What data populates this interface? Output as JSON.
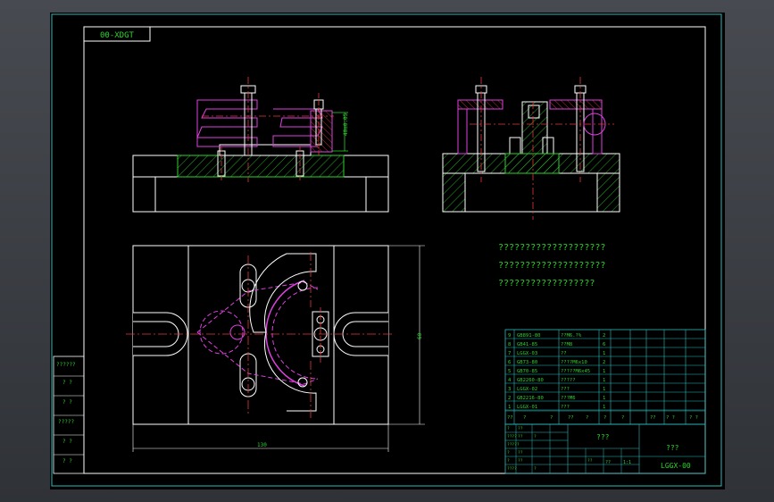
{
  "drawing": {
    "title_stamp": "00-XDGT",
    "dimensions": {
      "front_height": "40±0.05",
      "plan_height": "60",
      "plan_width": "130"
    },
    "tech_notes": [
      "????????????????????",
      "????????????????????",
      "??????????????????"
    ],
    "left_stamps": [
      "??????",
      "? ?",
      "? ?",
      "?????",
      "? ?",
      "? ?"
    ],
    "bom": [
      {
        "no": "9",
        "code": "GB891-80",
        "name": "??M6.?%",
        "qty": "2"
      },
      {
        "no": "8",
        "code": "GB41-85",
        "name": "??M8",
        "qty": "6"
      },
      {
        "no": "7",
        "code": "LGGX-03",
        "name": "??",
        "qty": "1"
      },
      {
        "no": "6",
        "code": "GB73-80",
        "name": "????M6x10",
        "qty": "2"
      },
      {
        "no": "5",
        "code": "GB70-85",
        "name": "?????M6x45",
        "qty": "1"
      },
      {
        "no": "4",
        "code": "GB2260-80",
        "name": "?????",
        "qty": "1"
      },
      {
        "no": "3",
        "code": "LGGX-02",
        "name": "???",
        "qty": "1"
      },
      {
        "no": "2",
        "code": "GB2216-80",
        "name": "???M6",
        "qty": "1"
      },
      {
        "no": "1",
        "code": "LGGX-01",
        "name": "???",
        "qty": "1"
      }
    ],
    "bom_header": [
      "??",
      "?",
      "?",
      "??",
      "?",
      "?",
      "?",
      "??",
      "? ?",
      "? ?"
    ],
    "title_block": {
      "part_name": "???",
      "company": "???",
      "drawing_no": "LGGX-00",
      "scale": "1:1",
      "sheet": "??",
      "small_labels": [
        "?",
        "??",
        "????",
        "??",
        "?",
        "?????",
        "?",
        "??",
        "?",
        "??",
        "????",
        "?",
        "??"
      ]
    }
  }
}
